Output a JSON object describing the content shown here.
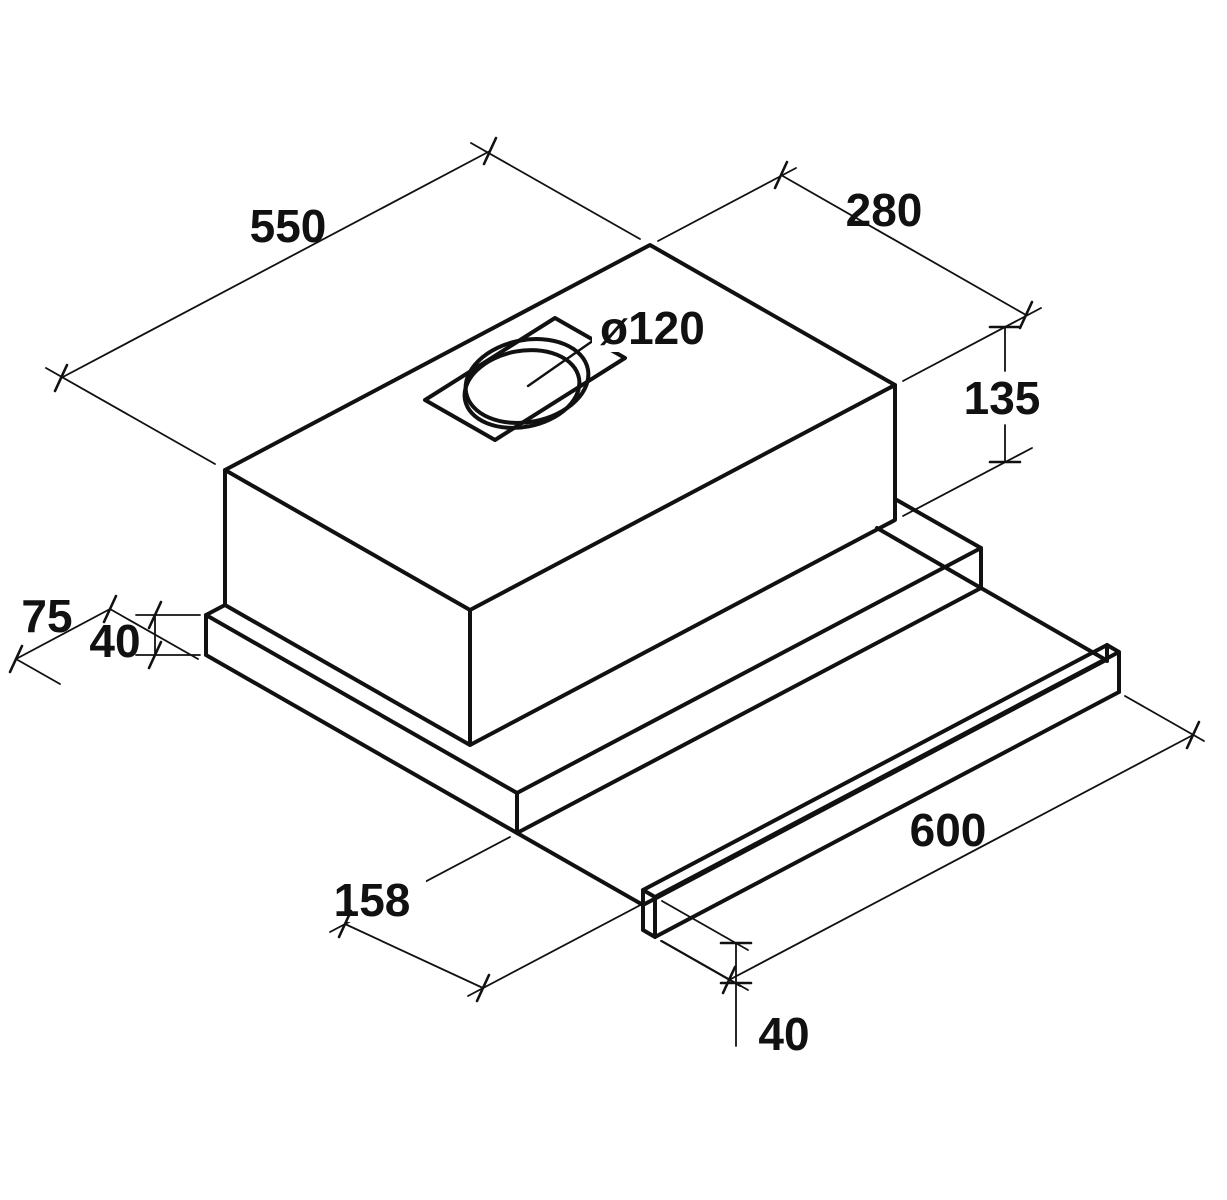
{
  "drawing": {
    "labels": {
      "top_width": "550",
      "top_depth": "280",
      "duct_diameter": "ø120",
      "body_height": "135",
      "left_depth_offset": "75",
      "left_strip_height": "40",
      "pullout_extension": "158",
      "front_width": "600",
      "front_strip_height": "40"
    }
  }
}
